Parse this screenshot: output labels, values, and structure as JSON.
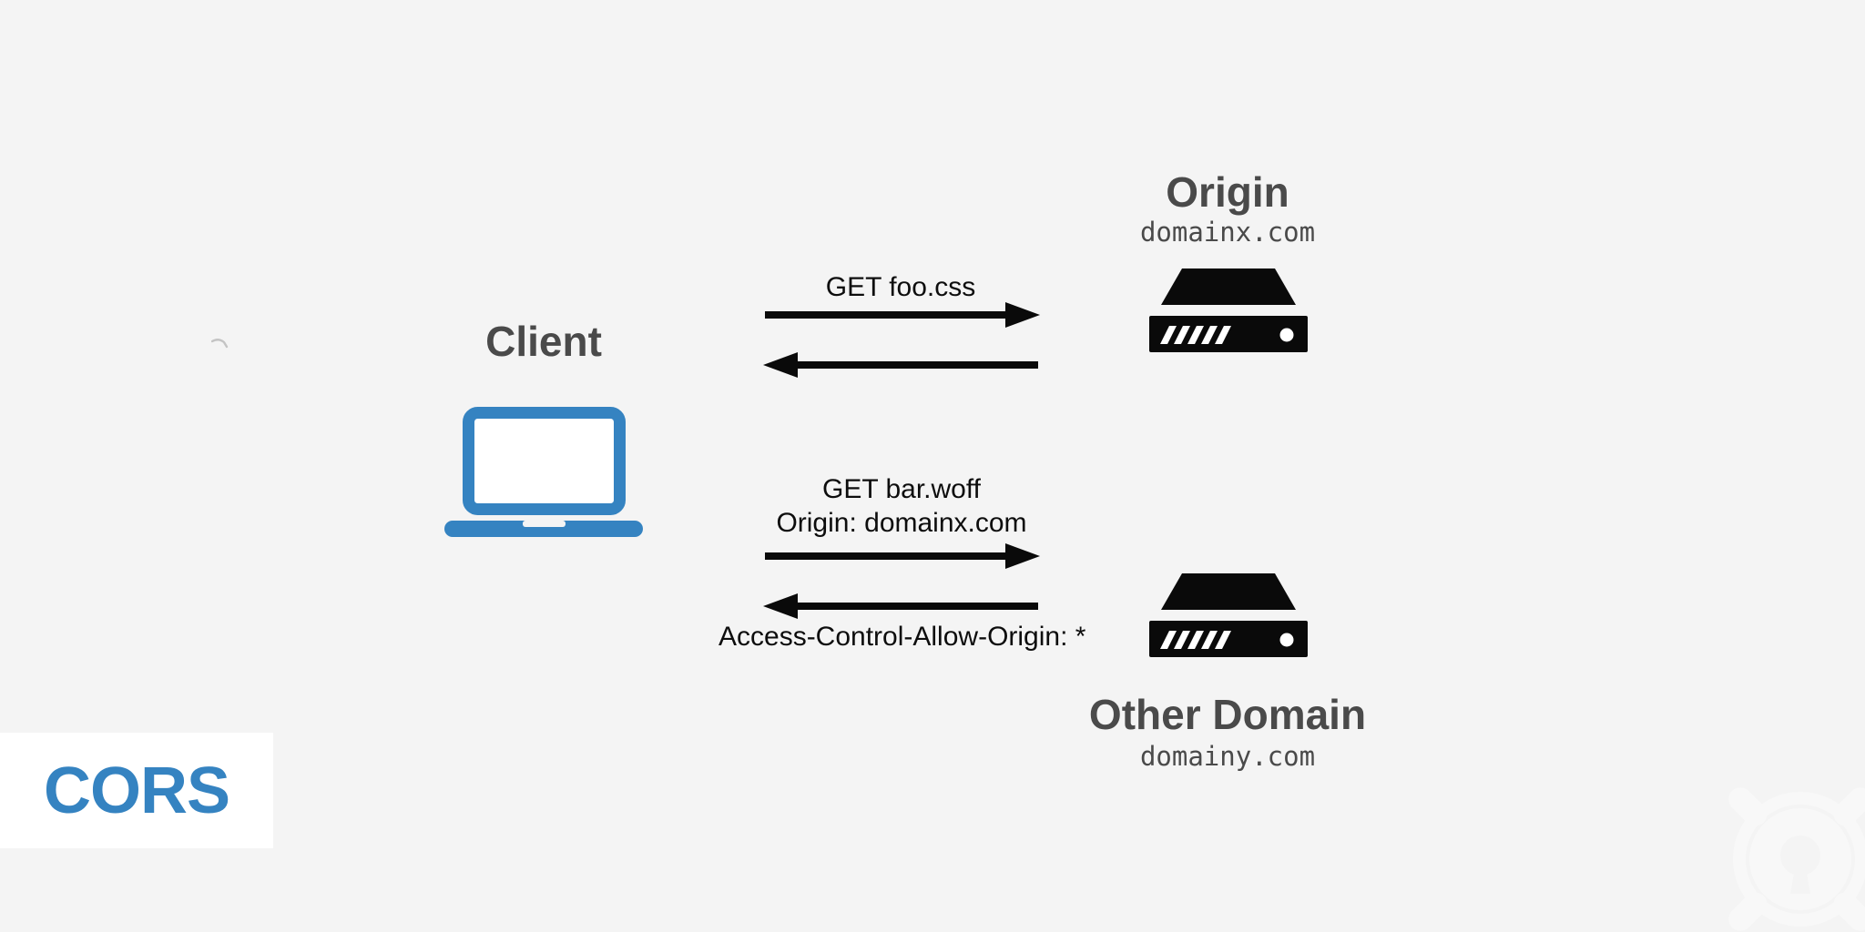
{
  "colors": {
    "background": "#f4f4f4",
    "accent_blue": "#3583c1",
    "heading_gray": "#4a4a4a",
    "diagram_black": "#0d0d0d",
    "panel_white": "#ffffff",
    "watermark_tint": "#f8f8f8"
  },
  "badge": {
    "label": "CORS"
  },
  "client": {
    "label": "Client"
  },
  "servers": {
    "origin": {
      "title": "Origin",
      "domain": "domainx.com"
    },
    "other": {
      "title": "Other Domain",
      "domain": "domainy.com"
    }
  },
  "messages": {
    "request1": "GET foo.css",
    "request2_line1": "GET bar.woff",
    "request2_line2": "Origin: domainx.com",
    "response2": "Access-Control-Allow-Origin: *"
  },
  "icons": {
    "client": "laptop-icon",
    "server": "server-rack-icon",
    "request": "arrow-right-icon",
    "response": "arrow-left-icon",
    "watermark": "keyhole-logo-icon",
    "artifact": "pen-mark"
  }
}
